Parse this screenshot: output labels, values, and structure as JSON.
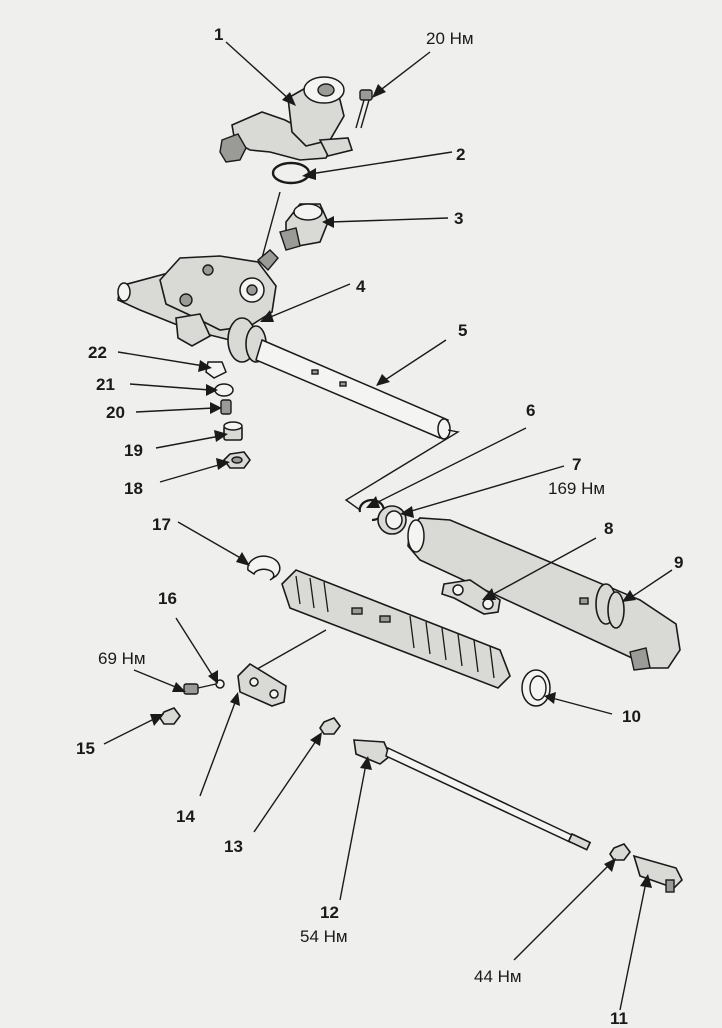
{
  "labels": {
    "p1": "1",
    "p2": "2",
    "p3": "3",
    "p4": "4",
    "p5": "5",
    "p6": "6",
    "p7": "7",
    "p8": "8",
    "p9": "9",
    "p10": "10",
    "p11": "11",
    "p12": "12",
    "p13": "13",
    "p14": "14",
    "p15": "15",
    "p16": "16",
    "p17": "17",
    "p18": "18",
    "p19": "19",
    "p20": "20",
    "p21": "21",
    "p22": "22"
  },
  "torques": {
    "t_bolt": "20 Нм",
    "t_locknut": "169 Нм",
    "t_bracket": "69 Нм",
    "t_tierod": "54 Нм",
    "t_end": "44 Нм"
  }
}
